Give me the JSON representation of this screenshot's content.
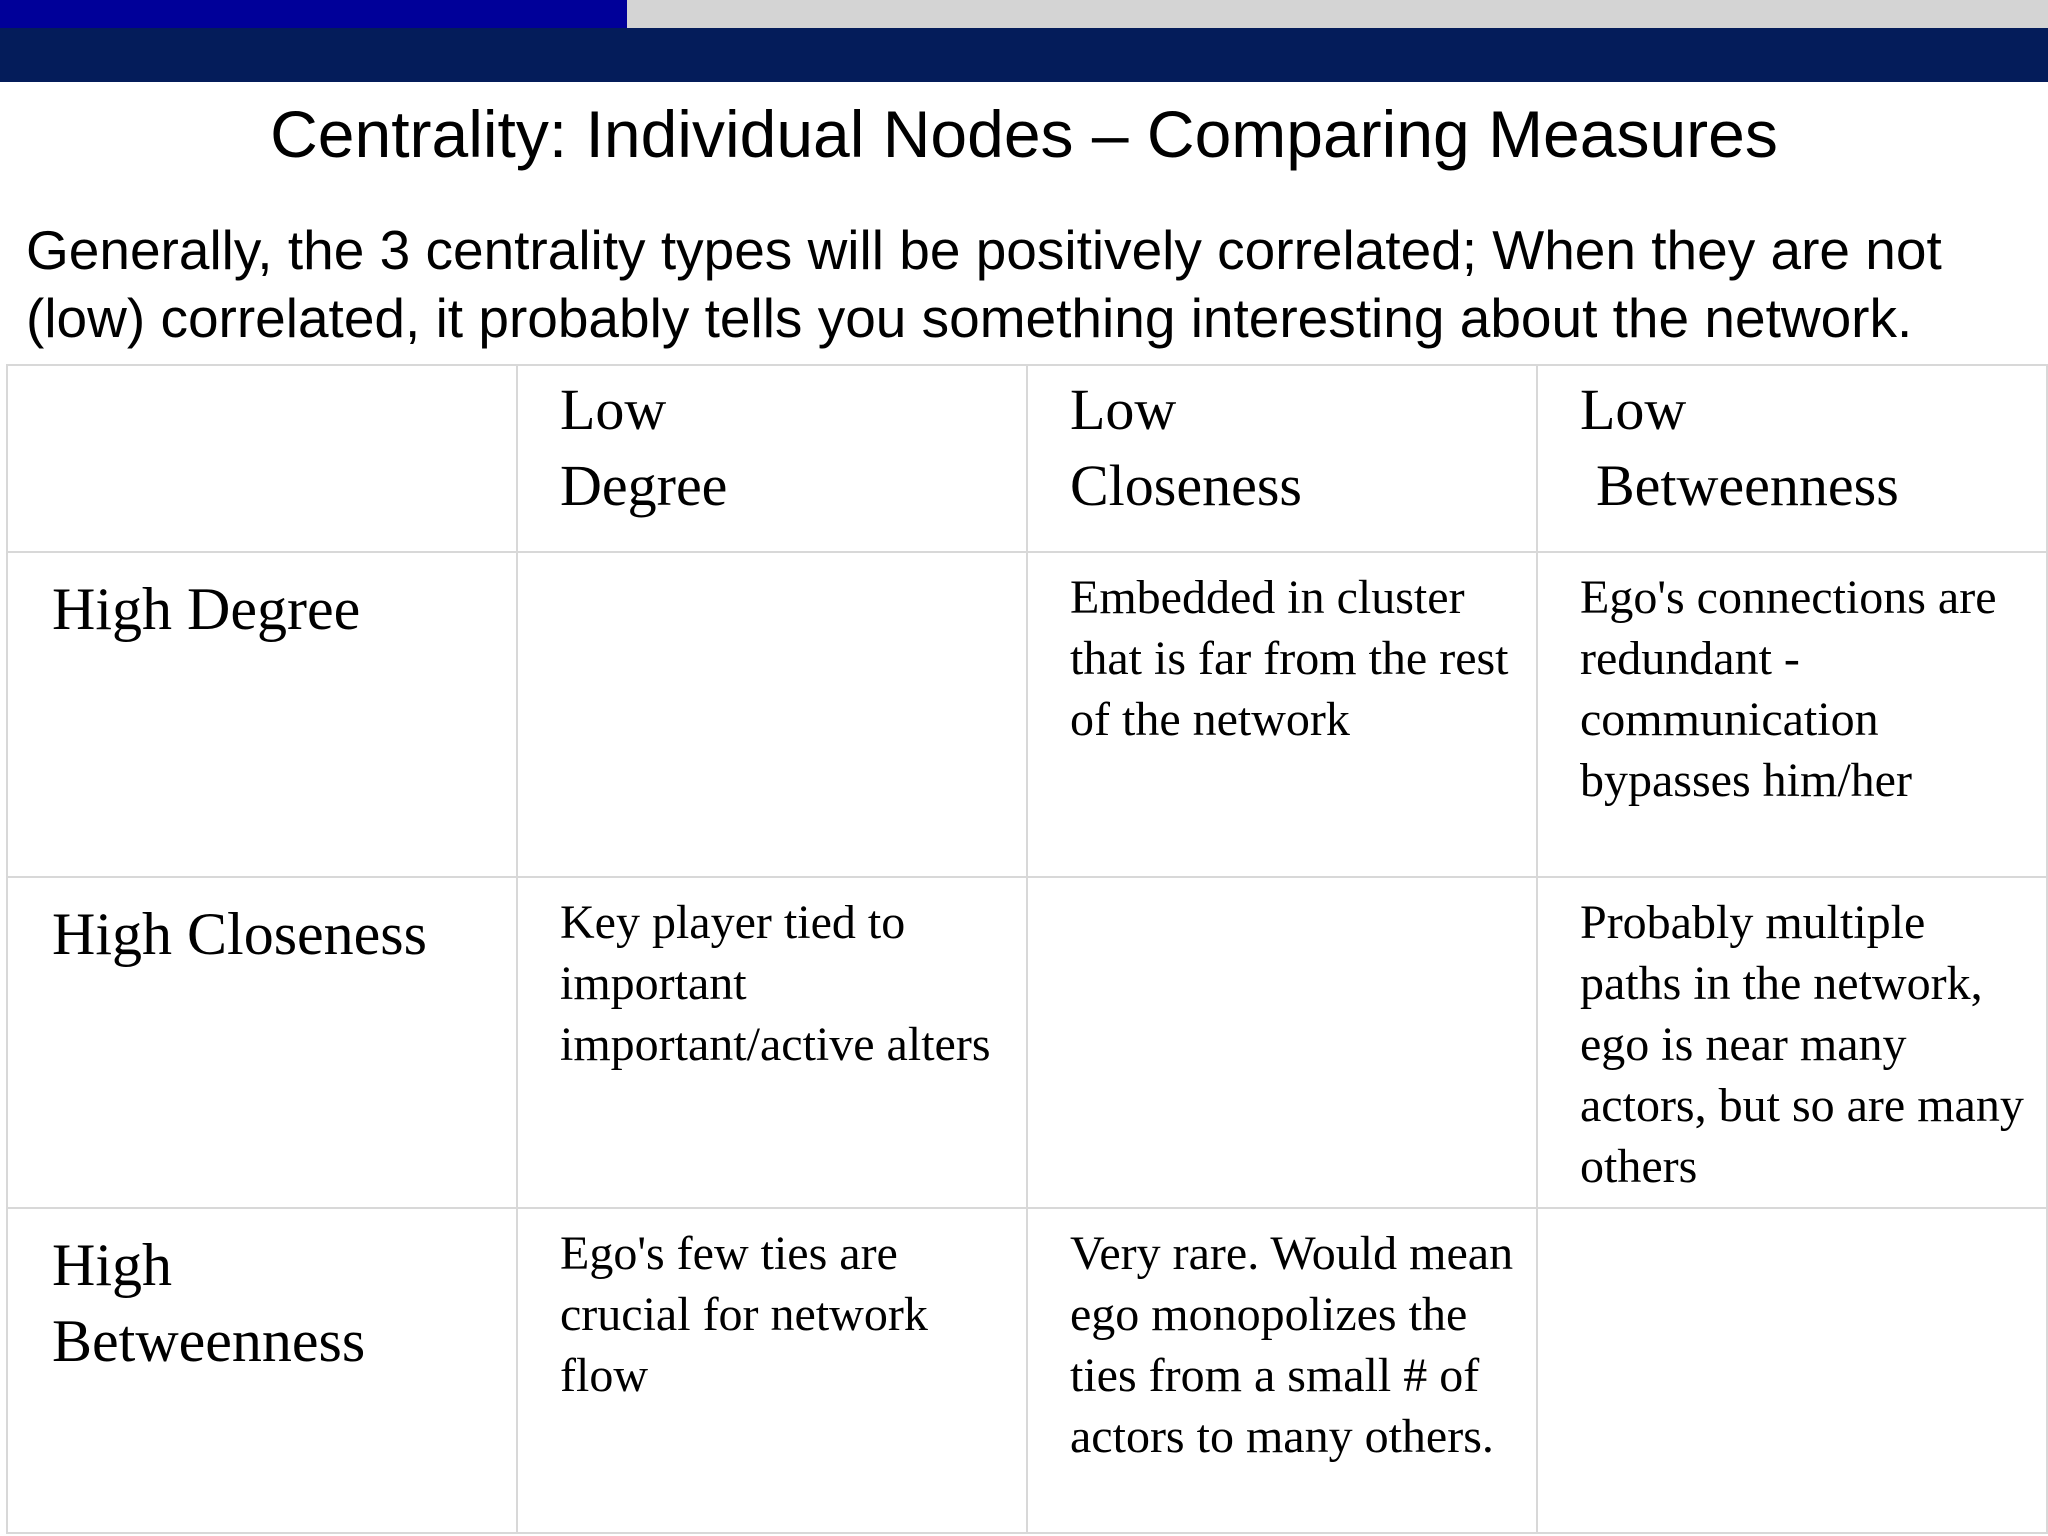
{
  "header": {
    "title": "Centrality: Individual Nodes – Comparing Measures",
    "subtitle": "Generally, the 3 centrality types will be positively correlated; When they are not (low) correlated, it probably tells you something interesting about the network."
  },
  "colors": {
    "top_bar_left": "#000099",
    "top_bar_right": "#d4d4d4",
    "band": "#041c5a",
    "grid_line": "#d8d8d8"
  },
  "table": {
    "columns": [
      {
        "line1": "Low",
        "line2": "Degree"
      },
      {
        "line1": "Low",
        "line2": "Closeness"
      },
      {
        "line1": "Low",
        "line2": "Betweenness"
      }
    ],
    "rows": [
      {
        "label_line1": "High Degree",
        "label_line2": "",
        "cells": [
          "",
          "Embedded in cluster that is far from the rest of the network",
          "Ego's connections are redundant - communication bypasses him/her"
        ]
      },
      {
        "label_line1": "High Closeness",
        "label_line2": "",
        "cells": [
          "Key player tied to important important/active alters",
          "",
          "Probably multiple paths in the network, ego is near many actors, but so are many others"
        ]
      },
      {
        "label_line1": "High",
        "label_line2": "Betweenness",
        "cells": [
          "Ego's few ties are crucial for network flow",
          "Very rare. Would mean ego monopolizes the ties from a small # of actors to many others.",
          ""
        ]
      }
    ]
  }
}
